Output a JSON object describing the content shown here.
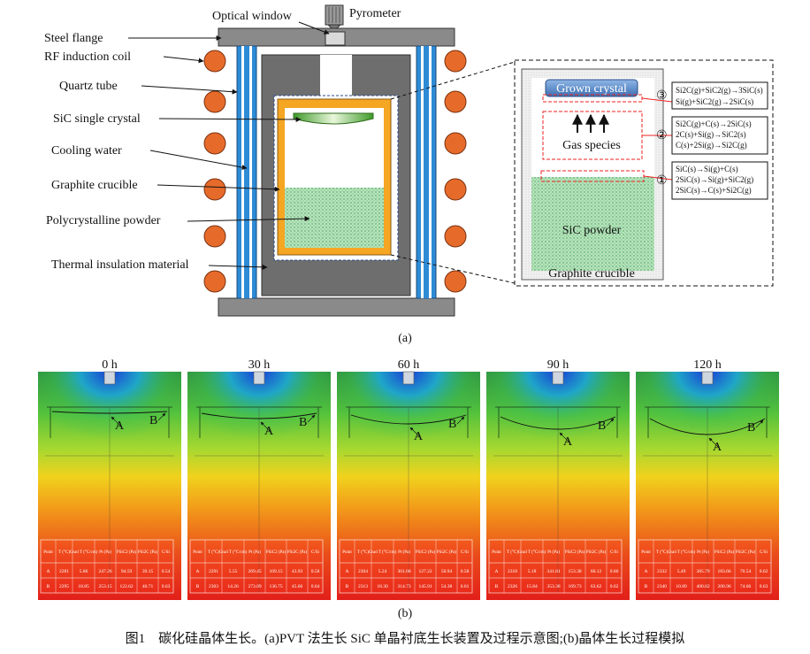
{
  "part_a": {
    "labels": [
      "Steel flange",
      "RF induction coil",
      "Quartz tube",
      "SiC single crystal",
      "Cooling water",
      "Graphite crucible",
      "Polycrystalline powder",
      "Thermal insulation material"
    ],
    "optical_window": "Optical window",
    "pyrometer": "Pyrometer",
    "inset": {
      "grown_crystal": "Grown crystal",
      "gas_species": "Gas species",
      "sic_powder": "SiC powder",
      "graphite_crucible": "Graphite crucible",
      "zones": [
        {
          "marker": "③",
          "reactions": [
            "Si2C(g)+SiC2(g)→3SiC(s)",
            "Si(g)+SiC2(g)→2SiC(s)"
          ]
        },
        {
          "marker": "②",
          "reactions": [
            "Si2C(g)+C(s)→2SiC(s)",
            "2C(s)+Si(g)→SiC2(s)",
            "C(s)+2Si(g)→Si2C(g)"
          ]
        },
        {
          "marker": "①",
          "reactions": [
            "SiC(s)→Si(g)+C(s)",
            "2SiC(s)→Si(g)+SiC2(g)",
            "2SiC(s)→C(s)+Si2C(g)"
          ]
        }
      ]
    },
    "sublabel": "(a)"
  },
  "part_b": {
    "sublabel": "(b)",
    "panels": [
      {
        "time": "0 h",
        "point_labels": [
          "A",
          "B"
        ],
        "table": {
          "headers": [
            "Point",
            "T (°C)",
            "Grad T (°C/cm)",
            "Pt (Pa)",
            "PSiC2 (Pa)",
            "PSi2C (Pa)",
            "C/Si"
          ],
          "rows": [
            [
              "A",
              "2281",
              "5.86",
              "247.26",
              "94.59",
              "39.15",
              "0.54"
            ],
            [
              "B",
              "2295",
              "18.85",
              "253.15",
              "122.62",
              "40.71",
              "0.63"
            ]
          ]
        }
      },
      {
        "time": "30 h",
        "point_labels": [
          "A",
          "B"
        ],
        "table": {
          "headers": [
            "Point",
            "T (°C)",
            "Grad T (°C/cm)",
            "Pt (Pa)",
            "PSiC2 (Pa)",
            "PSi2C (Pa)",
            "C/Si"
          ],
          "rows": [
            [
              "A",
              "2291",
              "5.55",
              "269.45",
              "109.15",
              "43.93",
              "0.58"
            ],
            [
              "B",
              "2303",
              "14.26",
              "273.09",
              "136.75",
              "45.66",
              "0.64"
            ]
          ]
        }
      },
      {
        "time": "60 h",
        "point_labels": [
          "A",
          "B"
        ],
        "table": {
          "headers": [
            "Point",
            "T (°C)",
            "Grad T (°C/cm)",
            "Pt (Pa)",
            "PSiC2 (Pa)",
            "PSi2C (Pa)",
            "C/Si"
          ],
          "rows": [
            [
              "A",
              "2304",
              "5.24",
              "301.68",
              "127.22",
              "50.94",
              "0.58"
            ],
            [
              "B",
              "2313",
              "18.30",
              "314.73",
              "145.91",
              "54.38",
              "0.61"
            ]
          ]
        }
      },
      {
        "time": "90 h",
        "point_labels": [
          "A",
          "B"
        ],
        "table": {
          "headers": [
            "Point",
            "T (°C)",
            "Grad T (°C/cm)",
            "Pt (Pa)",
            "PSiC2 (Pa)",
            "PSi2C (Pa)",
            "C/Si"
          ],
          "rows": [
            [
              "A",
              "2318",
              "5.18",
              "341.81",
              "153.38",
              "60.12",
              "0.60"
            ],
            [
              "B",
              "2326",
              "15.84",
              "353.38",
              "169.73",
              "63.62",
              "0.62"
            ]
          ]
        }
      },
      {
        "time": "120 h",
        "point_labels": [
          "A",
          "B"
        ],
        "table": {
          "headers": [
            "Point",
            "T (°C)",
            "Grad T (°C/cm)",
            "Pt (Pa)",
            "PSiC2 (Pa)",
            "PSi2C (Pa)",
            "C/Si"
          ],
          "rows": [
            [
              "A",
              "2332",
              "5.49",
              "385.79",
              "183.66",
              "70.54",
              "0.62"
            ],
            [
              "B",
              "2340",
              "10.89",
              "400.62",
              "200.96",
              "74.66",
              "0.63"
            ]
          ]
        }
      }
    ]
  },
  "caption": "图1　碳化硅晶体生长。(a)PVT 法生长 SiC 单晶衬底生长装置及过程示意图;(b)晶体生长过程模拟",
  "colors": {
    "coil": "#e66b2a",
    "quartz": "#2e8bd6",
    "insulation": "#6e6e6e",
    "crucible": "#f5a623",
    "crystal": "#7cc142",
    "grown_crystal": "#4a7fc0",
    "powder": "#9fd8a8",
    "sim_cold": "#1f4fd8",
    "sim_mid": "#3cb44b",
    "sim_hot": "#e8231a"
  }
}
